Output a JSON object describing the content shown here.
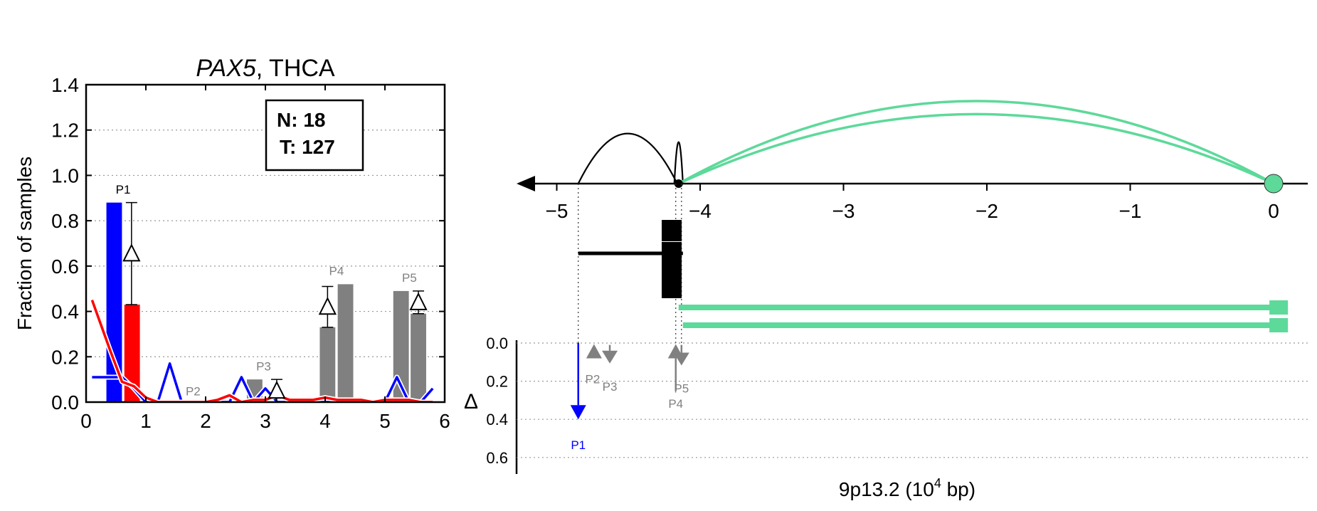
{
  "chart_data": [
    {
      "type": "bar",
      "title_gene": "PAX5",
      "title_rest": ", THCA",
      "ylabel": "Fraction of samples",
      "xlim": [
        0,
        6
      ],
      "ylim": [
        0,
        1.4
      ],
      "xticks": [
        "0",
        "1",
        "2",
        "3",
        "4",
        "5",
        "6"
      ],
      "yticks": [
        "0.0",
        "0.2",
        "0.4",
        "0.6",
        "0.8",
        "1.0",
        "1.2",
        "1.4"
      ],
      "grid": "horizontal dotted",
      "counts": {
        "normal": "N: 18",
        "tumor": "T: 127"
      },
      "colors": {
        "normal": "#0000ff",
        "tumor": "#ff0000",
        "other": "#808080"
      },
      "bars": [
        {
          "x": 0.47,
          "value": 0.88,
          "color": "#0000ff"
        },
        {
          "x": 0.77,
          "value": 0.43,
          "color": "#ff0000"
        },
        {
          "x": 2.82,
          "value": 0.1,
          "color": "#808080"
        },
        {
          "x": 4.04,
          "value": 0.33,
          "color": "#808080"
        },
        {
          "x": 4.34,
          "value": 0.52,
          "color": "#808080"
        },
        {
          "x": 5.27,
          "value": 0.49,
          "color": "#808080"
        },
        {
          "x": 5.56,
          "value": 0.39,
          "color": "#808080"
        }
      ],
      "promoter_labels": [
        {
          "label": "P1",
          "x": 0.62,
          "y": 0.92,
          "color": "#000000"
        },
        {
          "label": "P2",
          "x": 1.79,
          "y": 0.03,
          "color": "#808080"
        },
        {
          "label": "P3",
          "x": 2.97,
          "y": 0.14,
          "color": "#808080"
        },
        {
          "label": "P4",
          "x": 4.19,
          "y": 0.56,
          "color": "#808080"
        },
        {
          "label": "P5",
          "x": 5.41,
          "y": 0.53,
          "color": "#808080"
        }
      ],
      "delta_markers": [
        {
          "x": 0.76,
          "y_low": 0.43,
          "y_high": 0.88
        },
        {
          "x": 3.19,
          "y_low": 0.0,
          "y_high": 0.1
        },
        {
          "x": 4.04,
          "y_low": 0.33,
          "y_high": 0.51
        },
        {
          "x": 5.56,
          "y_low": 0.39,
          "y_high": 0.49
        }
      ],
      "series": [
        {
          "color": "#0000ff",
          "x": [
            0.1,
            0.6,
            0.8,
            1.0,
            1.2,
            1.4,
            1.6,
            1.8,
            2.0,
            2.2,
            2.4,
            2.6,
            2.8,
            3.0,
            3.2,
            3.4,
            3.6,
            3.8,
            4.0,
            4.2,
            4.4,
            4.6,
            4.8,
            5.0,
            5.2,
            5.4,
            5.6,
            5.8
          ],
          "values": [
            0.11,
            0.11,
            0.06,
            0.0,
            0.0,
            0.17,
            0.0,
            0.0,
            0.0,
            0.0,
            0.0,
            0.11,
            0.0,
            0.06,
            0.0,
            0.0,
            0.0,
            0.0,
            0.0,
            0.0,
            0.0,
            0.0,
            0.0,
            0.0,
            0.11,
            0.0,
            0.0,
            0.06
          ]
        },
        {
          "color": "#ff0000",
          "x": [
            0.1,
            0.4,
            0.6,
            0.8,
            1.0,
            1.2,
            1.4,
            1.6,
            1.8,
            2.0,
            2.2,
            2.4,
            2.6,
            2.8,
            3.0,
            3.2,
            3.4,
            3.6,
            3.8,
            4.0,
            4.2,
            4.4,
            4.6,
            4.8,
            5.0,
            5.2,
            5.4,
            5.6,
            5.8
          ],
          "values": [
            0.45,
            0.23,
            0.09,
            0.07,
            0.02,
            0.0,
            0.0,
            0.0,
            0.0,
            0.0,
            0.01,
            0.03,
            0.0,
            0.01,
            0.01,
            0.03,
            0.01,
            0.01,
            0.01,
            0.02,
            0.01,
            0.01,
            0.01,
            0.0,
            0.01,
            0.01,
            0.01,
            0.0,
            0.0
          ]
        }
      ]
    },
    {
      "type": "diagram",
      "xlabel": "9p13.2 (10",
      "xlabel_exp": "4",
      "xlabel_end": " bp)",
      "xlim": [
        -5.3,
        0.3
      ],
      "xticks": [
        "−5",
        "−4",
        "−3",
        "−2",
        "−1",
        "0"
      ],
      "xtick_values": [
        -5,
        -4,
        -3,
        -2,
        -1,
        0
      ],
      "delta_axis_label": "Δ",
      "delta_ylim": [
        0.0,
        0.7
      ],
      "delta_yticks": [
        "0.0",
        "0.2",
        "0.4",
        "0.6"
      ],
      "delta_ytick_values": [
        0.0,
        0.2,
        0.4,
        0.6
      ],
      "colors": {
        "highlight": "#5dd99a",
        "dark": "#000000",
        "normal": "#0000ff",
        "other": "#808080"
      },
      "arcs": [
        {
          "from": -4.85,
          "to": -4.16,
          "height": 0.88,
          "color": "#000000"
        },
        {
          "from": -4.18,
          "to": -4.12,
          "height": 0.73,
          "color": "#000000"
        },
        {
          "from": -4.15,
          "to": 0.0,
          "height": 1.45,
          "color": "#5dd99a"
        },
        {
          "from": -4.15,
          "to": 0.0,
          "height": 1.22,
          "color": "#5dd99a"
        }
      ],
      "transcripts": [
        {
          "start": -4.85,
          "end": -4.12,
          "row": 0,
          "color": "#000000"
        },
        {
          "start": -4.15,
          "end": 0.1,
          "row": 1,
          "color": "#5dd99a"
        },
        {
          "start": -4.12,
          "end": 0.1,
          "row": 2,
          "color": "#5dd99a"
        }
      ],
      "promoters": [
        {
          "label": "P1",
          "x": -4.85,
          "delta": 0.4,
          "color": "#0000ff",
          "direction": "down"
        },
        {
          "label": "P2",
          "x": -4.74,
          "delta": -0.06,
          "color": "#808080",
          "direction": "up"
        },
        {
          "label": "P3",
          "x": -4.63,
          "delta": 0.09,
          "color": "#808080",
          "direction": "down"
        },
        {
          "label": "P4",
          "x": -4.17,
          "delta": -0.19,
          "color": "#808080",
          "direction": "up"
        },
        {
          "label": "P5",
          "x": -4.13,
          "delta": 0.1,
          "color": "#808080",
          "direction": "down"
        }
      ]
    }
  ]
}
